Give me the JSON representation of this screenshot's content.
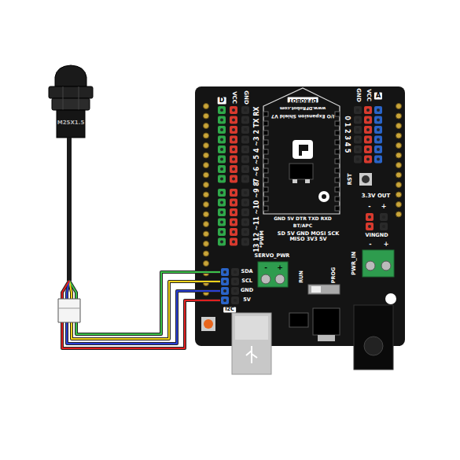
{
  "diagram": {
    "labels": [
      "M25X1.5",
      "D",
      "VCC",
      "GND",
      "7 ~6 ~5 4 ~3 2 TX RX",
      "13 12 ~11 ~10 ~9 8",
      "*PWM",
      "DFROBOT",
      "www.DFRobot.com",
      "I/O Expansion Shield V7",
      "GND",
      "VCC",
      "A",
      "0 1 2 3 4 5",
      "RST",
      "3.3V OUT",
      "+",
      "-",
      "VINGND",
      "PWR_IN",
      "-",
      "+",
      "GND 5V DTR TXD RXD",
      "BT/APC",
      "SD 5V GND MOSI SCK MISO 3V3 5V",
      "SERVO_PWR",
      "-",
      "+",
      "RUN",
      "PROG",
      "SDA",
      "SCL",
      "GND",
      "5V",
      "I2C"
    ]
  }
}
